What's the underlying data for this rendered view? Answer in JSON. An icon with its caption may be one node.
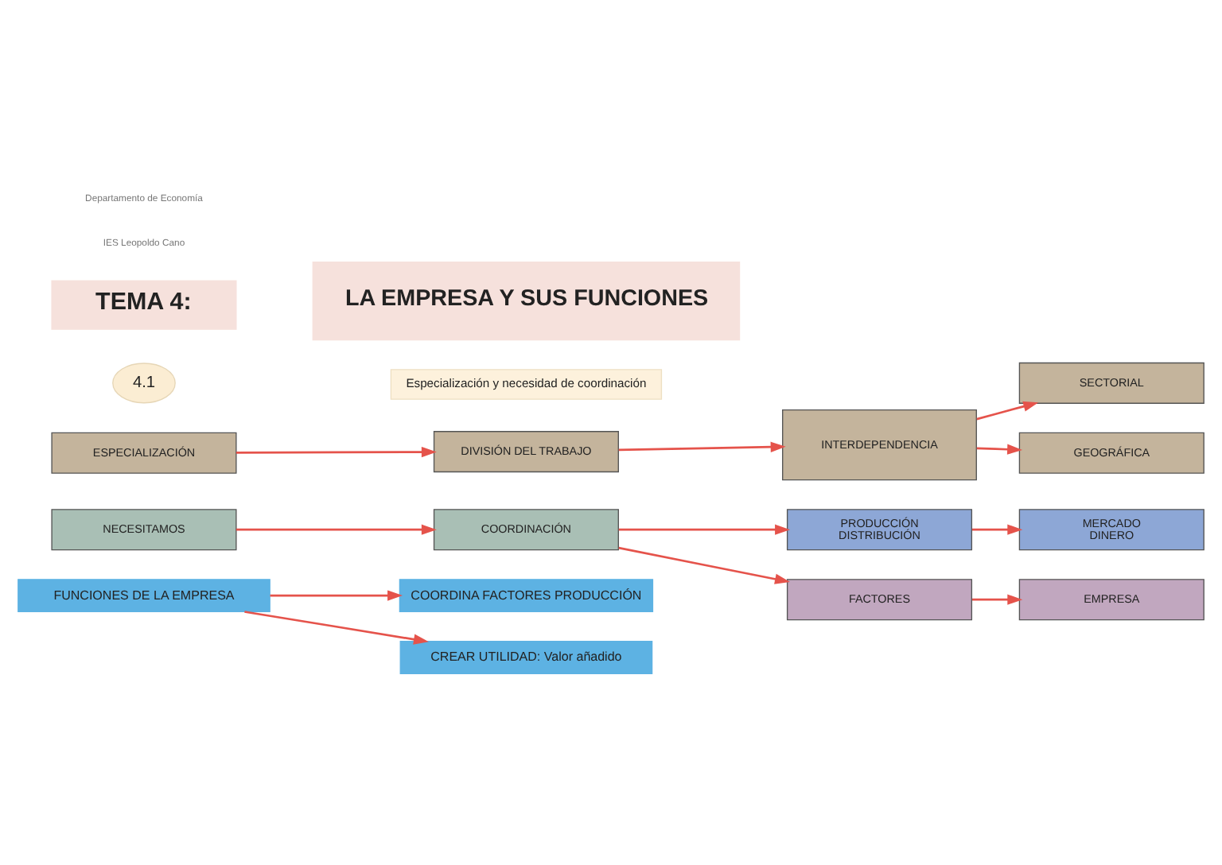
{
  "diagram": {
    "nodes": [
      {
        "text": [
          "TEMA 4:"
        ]
      },
      {
        "text": [
          "LA EMPRESA Y SUS FUNCIONES"
        ]
      },
      {
        "text": [
          "4.1"
        ]
      },
      {
        "text": [
          "Especialización y necesidad de coordinación"
        ]
      },
      {
        "text": [
          "ESPECIALIZACIÓN"
        ]
      },
      {
        "text": [
          "DIVISIÓN DEL TRABAJO"
        ]
      },
      {
        "text": [
          "INTERDEPENDENCIA"
        ]
      },
      {
        "text": [
          "SECTORIAL"
        ]
      },
      {
        "text": [
          "GEOGRÁFICA"
        ]
      },
      {
        "text": [
          "NECESITAMOS"
        ]
      },
      {
        "text": [
          "COORDINACIÓN"
        ]
      },
      {
        "text": [
          "PRODUCCIÓN DISTRIBUCIÓN"
        ]
      },
      {
        "text": [
          "MERCADO DINERO"
        ]
      },
      {
        "text": [
          "FACTORES"
        ]
      },
      {
        "text": [
          "EMPRESA"
        ]
      },
      {
        "text": [
          "FUNCIONES DE LA EMPRESA"
        ]
      },
      {
        "text": [
          "COORDINA FACTORES PRODUCCIÓN"
        ]
      },
      {
        "text": [
          "CREAR UTILIDAD: Valor añadido"
        ]
      }
    ],
    "edges": [
      {
        "from": 4,
        "to": 5,
        "arrow": "to"
      },
      {
        "from": 5,
        "to": 6,
        "arrow": "to"
      },
      {
        "from": 6,
        "to": 7,
        "arrow": "to"
      },
      {
        "from": 6,
        "to": 8,
        "arrow": "to"
      },
      {
        "from": 9,
        "to": 10,
        "arrow": "to"
      },
      {
        "from": 10,
        "to": 11,
        "arrow": "to"
      },
      {
        "from": 10,
        "to": 13,
        "arrow": "to"
      },
      {
        "from": 11,
        "to": 12,
        "arrow": "to"
      },
      {
        "from": 13,
        "to": 14,
        "arrow": "to"
      },
      {
        "from": 15,
        "to": 16,
        "arrow": "to"
      },
      {
        "from": 15,
        "to": 17,
        "arrow": "to"
      }
    ],
    "labels": [
      "Departamento de Economía",
      "IES Leopoldo Cano"
    ]
  }
}
